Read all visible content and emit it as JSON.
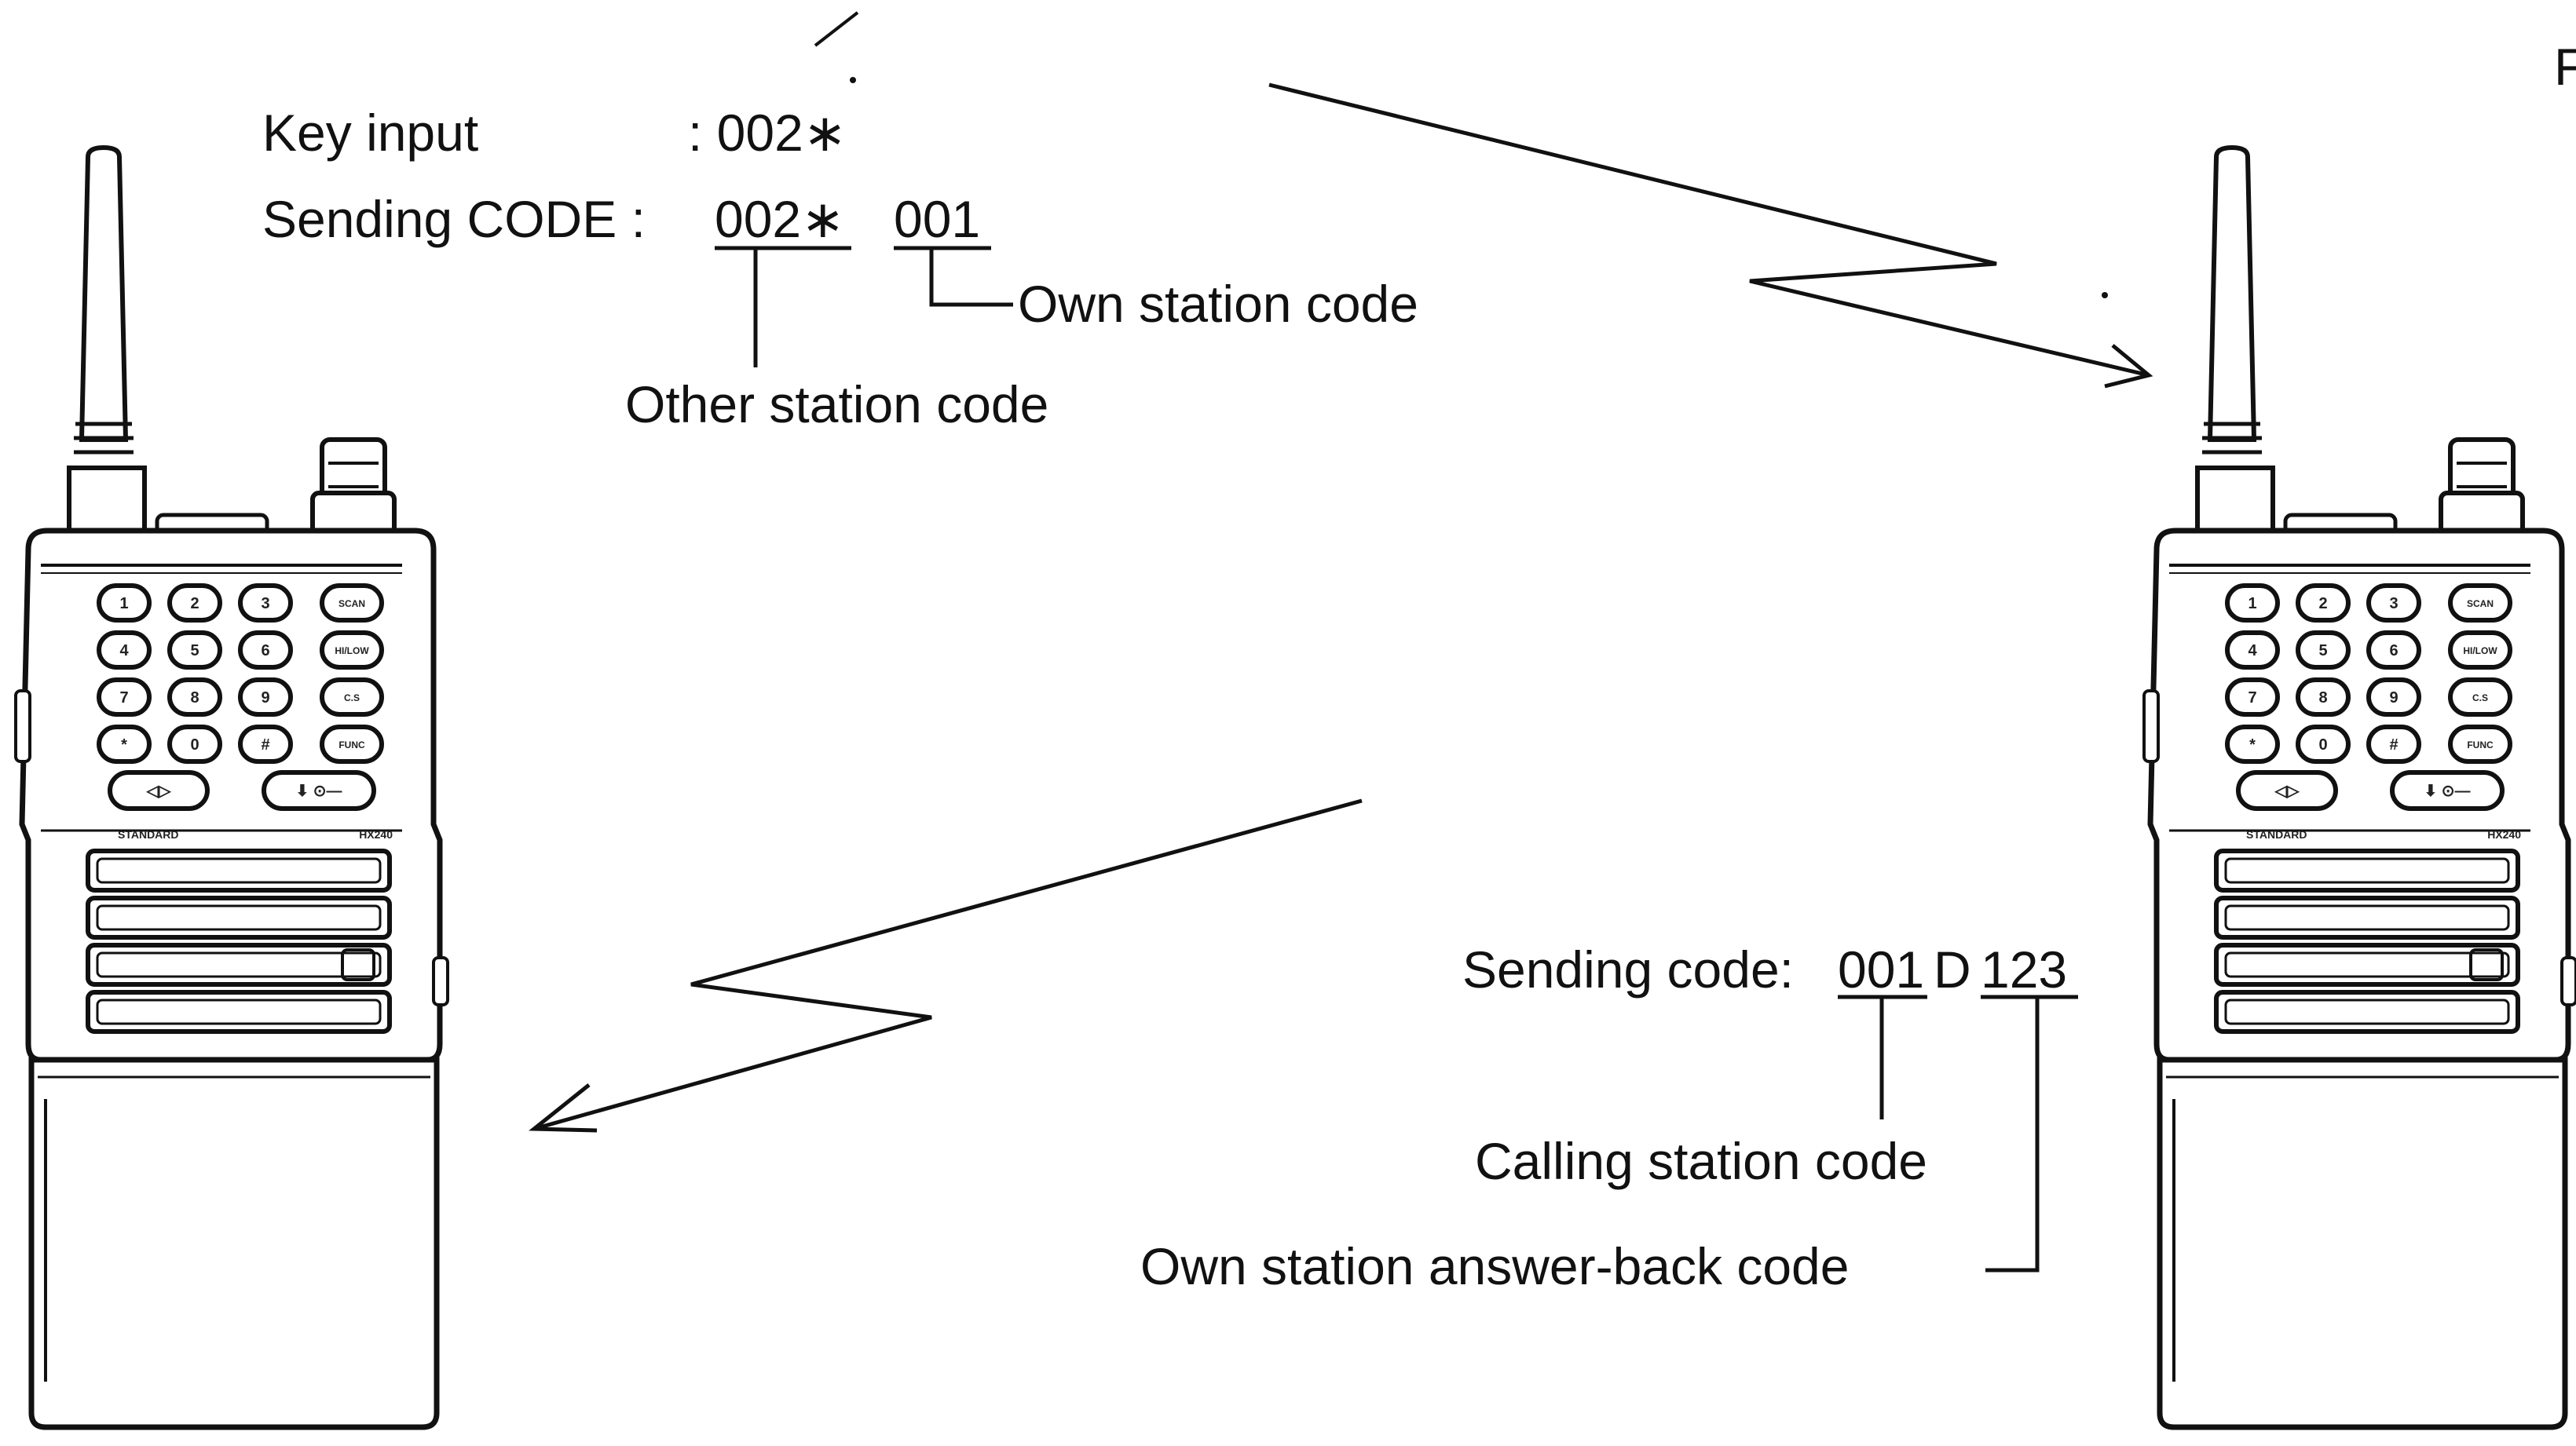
{
  "top_block": {
    "key_input_label": "Key input",
    "key_input_value": ": 002∗",
    "sending_label": "Sending CODE :",
    "sending_other": "002∗",
    "sending_own": "001",
    "own_station_code_label": "Own station code",
    "other_station_code_label": "Other station code"
  },
  "bottom_block": {
    "sending_label": "Sending code:",
    "sending_calling": "001",
    "sending_d": "D",
    "sending_answer": "123",
    "calling_station_label": "Calling station code",
    "answer_back_label": "Own station answer-back code"
  },
  "edge_fragment": "F",
  "radio": {
    "brand": "STANDARD",
    "model": "HX240",
    "keys": [
      "1",
      "2",
      "3",
      "4",
      "5",
      "6",
      "7",
      "8",
      "9",
      "*",
      "0",
      "#"
    ],
    "side_keys": [
      "SCAN",
      "HI/LOW",
      "C.S",
      "FUNC"
    ],
    "wide_keys": [
      "◁▷",
      "⬇ ⊙—"
    ]
  },
  "colors": {
    "ink": "#111111",
    "background": "#ffffff"
  }
}
